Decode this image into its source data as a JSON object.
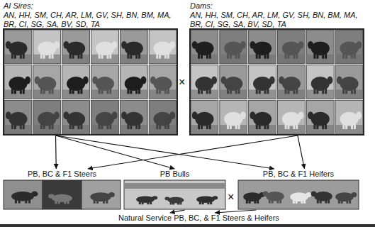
{
  "diagram": {
    "nodes": [
      {
        "text": [
          "AI Sires:",
          "AN, HH, SM, CH, AR, LM, GV, SH, BN, BM, MA, BR, CI, SG, SA, BV, SD, TA"
        ]
      },
      {
        "text": [
          "Dams:",
          "AN, HH, SM, CH, AR, LM, GV, SH, BN, BM, MA, BR, CI, SG, SA, BV, SD, TA"
        ]
      },
      {
        "text": [
          "PB, BC & F1 Steers"
        ]
      },
      {
        "text": [
          "PB Bulls"
        ]
      },
      {
        "text": [
          "PB, BC & F1 Heifers"
        ]
      },
      {
        "text": [
          "Natural Service PB, BC, & F1 Steers & Heifers"
        ]
      }
    ],
    "edges": [
      {
        "from": 0,
        "to": 2,
        "arrow": "to"
      },
      {
        "from": 0,
        "to": 3,
        "arrow": "to"
      },
      {
        "from": 0,
        "to": 4,
        "arrow": "to"
      },
      {
        "from": 1,
        "to": 2,
        "arrow": "to"
      },
      {
        "from": 1,
        "to": 4,
        "arrow": "to"
      },
      {
        "from": 3,
        "to": 5,
        "arrow": "to"
      },
      {
        "from": 4,
        "to": 5,
        "arrow": "to"
      }
    ],
    "labels": [
      "×",
      "×"
    ]
  }
}
